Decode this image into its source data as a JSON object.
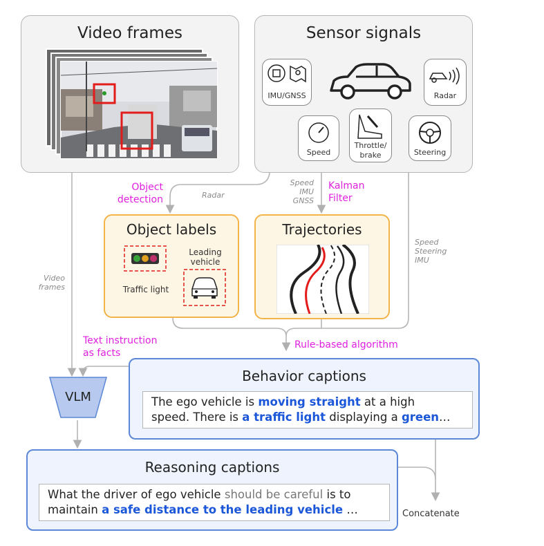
{
  "video": {
    "title": "Video frames"
  },
  "sensor": {
    "title": "Sensor signals",
    "imu": "IMU/GNSS",
    "radar": "Radar",
    "speed": "Speed",
    "throttle": "Throttle/",
    "brake": "brake",
    "steering": "Steering"
  },
  "labels": {
    "object_detection_1": "Object",
    "object_detection_2": "detection",
    "radar_edge": "Radar",
    "speed_imu_gnss": [
      "Speed",
      "IMU",
      "GNSS"
    ],
    "kalman_1": "Kalman",
    "kalman_2": "Filter",
    "speed_steering_imu": [
      "Speed",
      "Steering",
      "IMU"
    ],
    "video_frames_1": "Video",
    "video_frames_2": "frames",
    "text_instruction_1": "Text instruction",
    "text_instruction_2": "as facts",
    "rule_based": "Rule-based algorithm",
    "concatenate": "Concatenate"
  },
  "object_labels": {
    "title": "Object labels",
    "traffic_light": "Traffic light",
    "leading_1": "Leading",
    "leading_2": "vehicle"
  },
  "trajectories": {
    "title": "Trajectories"
  },
  "vlm": {
    "label": "VLM"
  },
  "behavior": {
    "title": "Behavior captions",
    "t1": "The ego vehicle is ",
    "h1": "moving straight",
    "t2": " at a high",
    "t3": "speed. There is ",
    "h2": "a traffic light",
    "t4": " displaying a ",
    "h3": "green",
    "t5": "…"
  },
  "reasoning": {
    "title": "Reasoning captions",
    "t1": "What the driver of ego vehicle ",
    "g1": "should be careful",
    "t2": " is to",
    "t3": "maintain ",
    "h1": "a safe distance to the leading vehicle",
    "t4": " …"
  },
  "colors": {
    "magenta": "#e020e0",
    "blue_text": "#1b57d8",
    "orange_border": "#f2b347",
    "blue_border": "#5b87d6"
  }
}
